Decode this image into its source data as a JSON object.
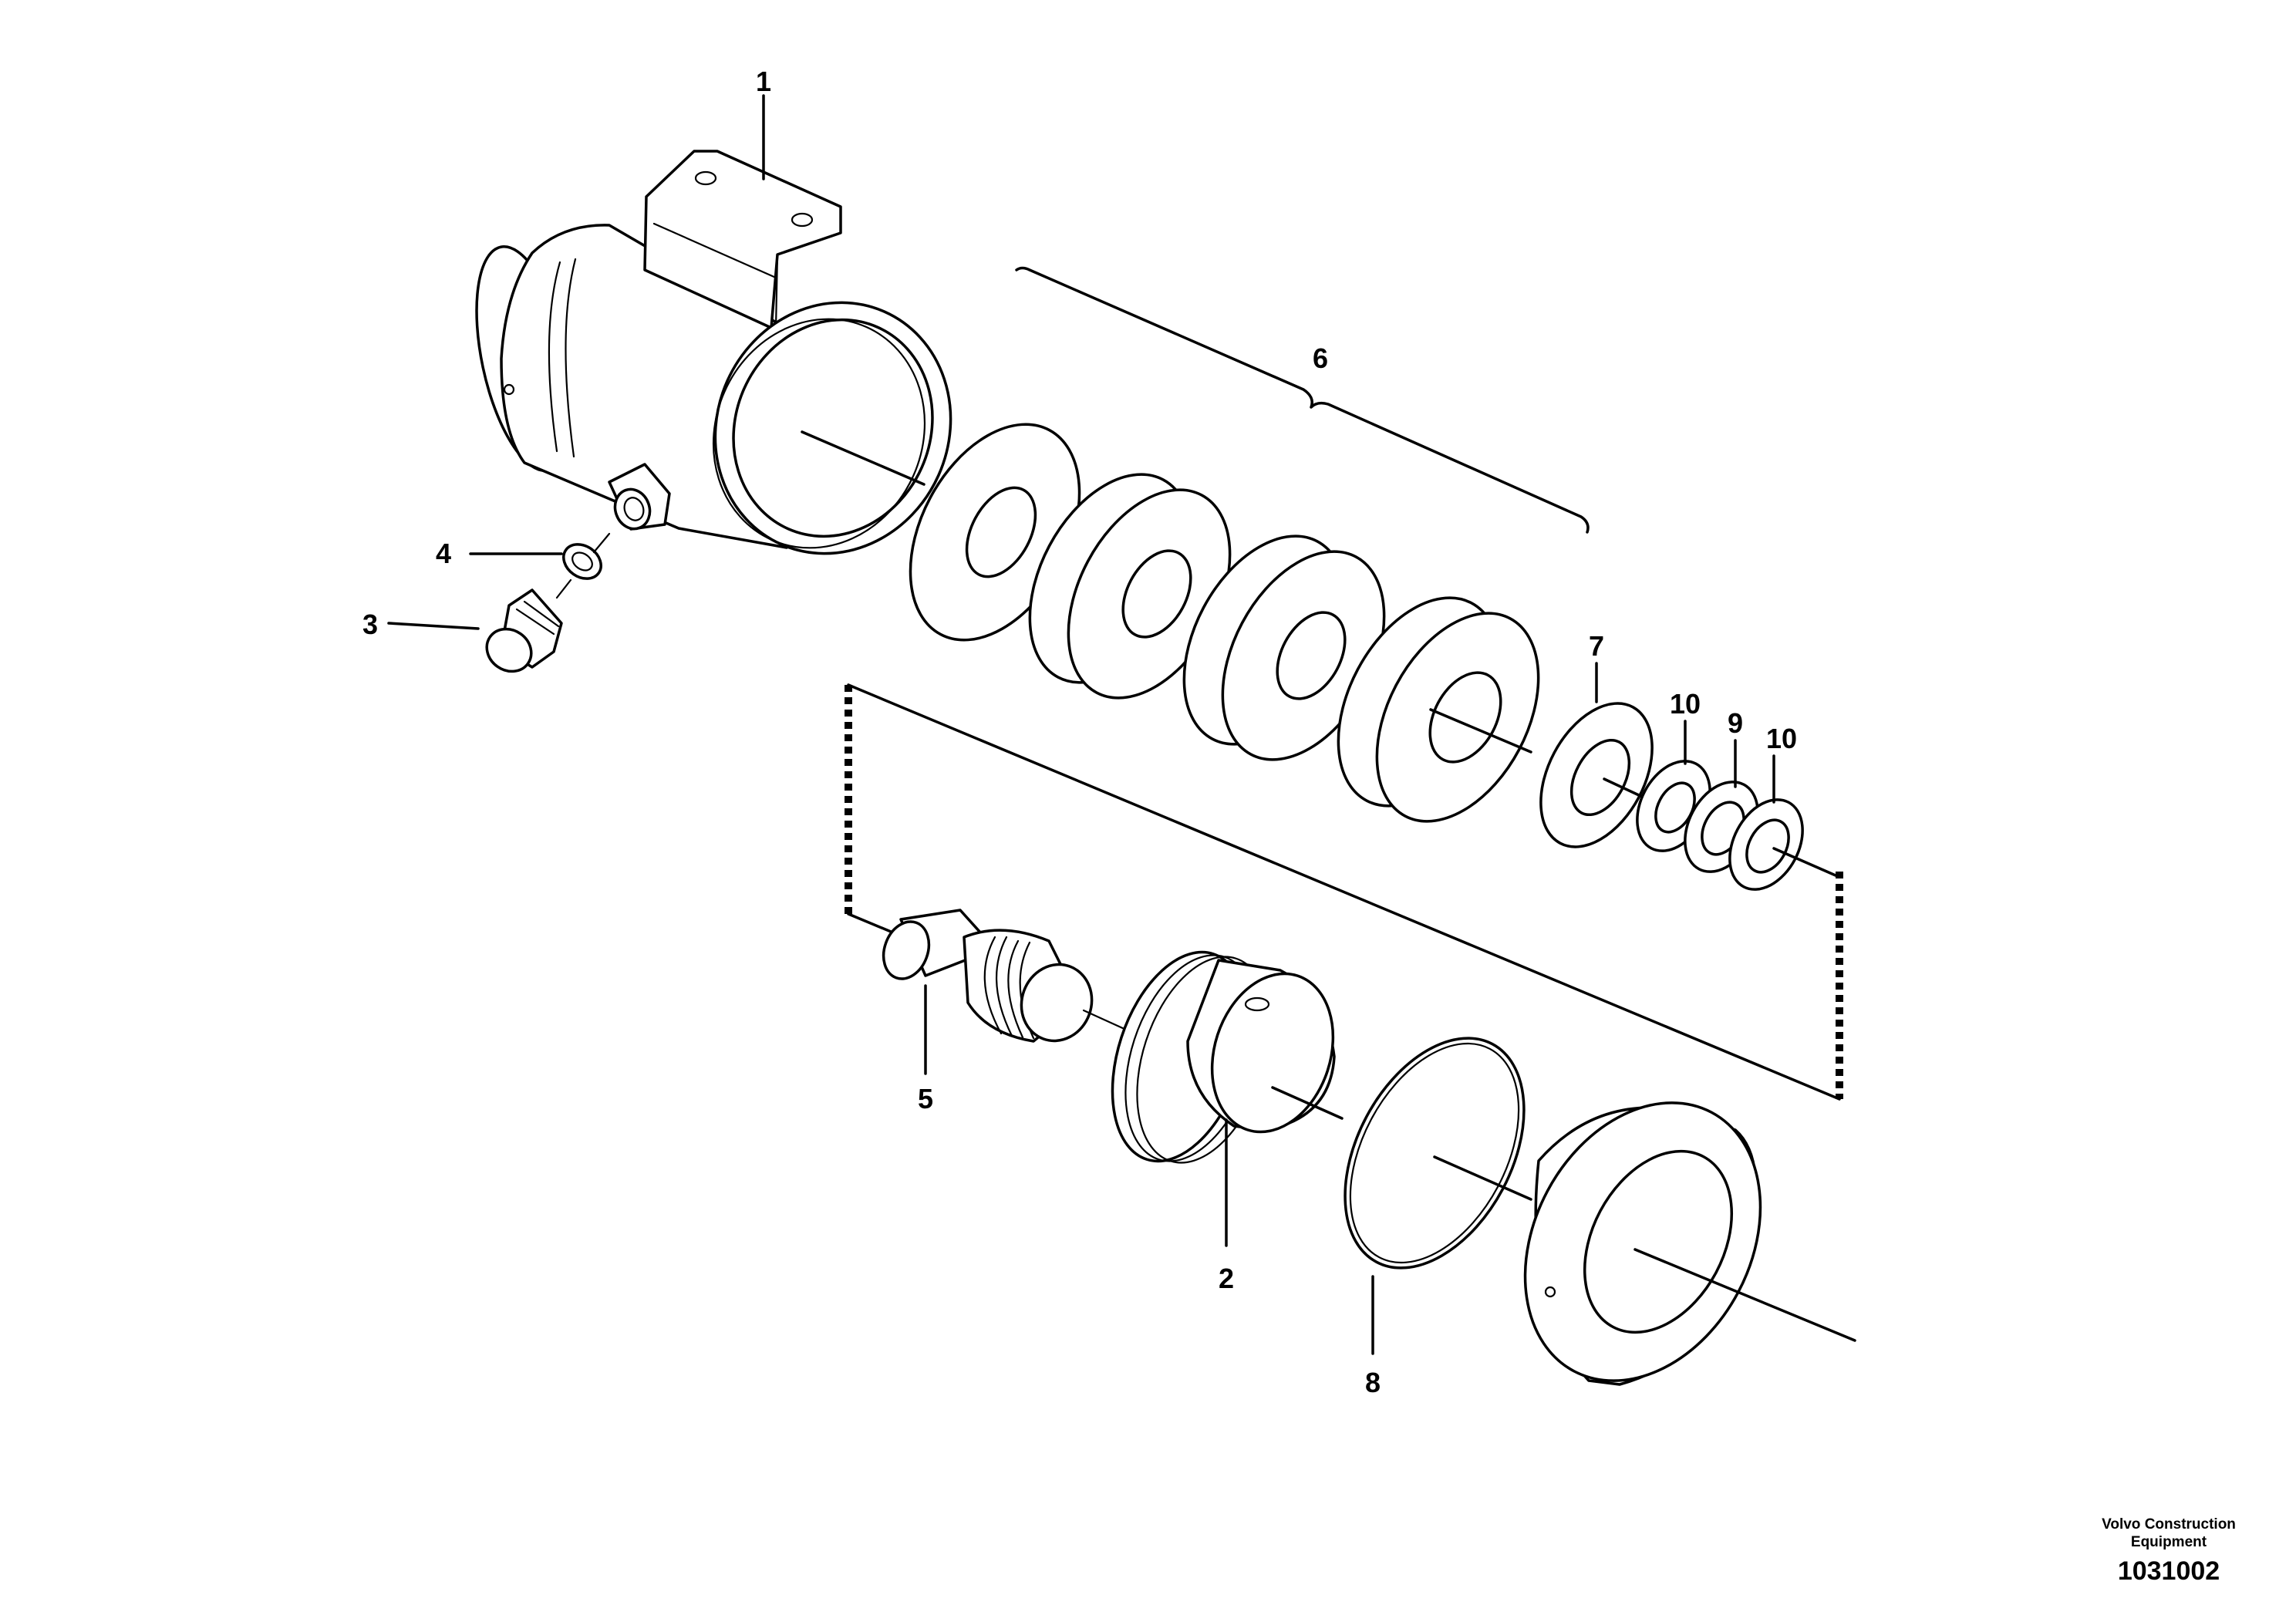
{
  "callouts": [
    {
      "id": "1",
      "label": "1"
    },
    {
      "id": "2",
      "label": "2"
    },
    {
      "id": "3",
      "label": "3"
    },
    {
      "id": "4",
      "label": "4"
    },
    {
      "id": "5",
      "label": "5"
    },
    {
      "id": "6",
      "label": "6"
    },
    {
      "id": "7",
      "label": "7"
    },
    {
      "id": "8",
      "label": "8"
    },
    {
      "id": "9",
      "label": "9"
    },
    {
      "id": "10a",
      "label": "10"
    },
    {
      "id": "10b",
      "label": "10"
    }
  ],
  "credit": {
    "line1": "Volvo Construction",
    "line2": "Equipment",
    "drawing_number": "1031002"
  }
}
